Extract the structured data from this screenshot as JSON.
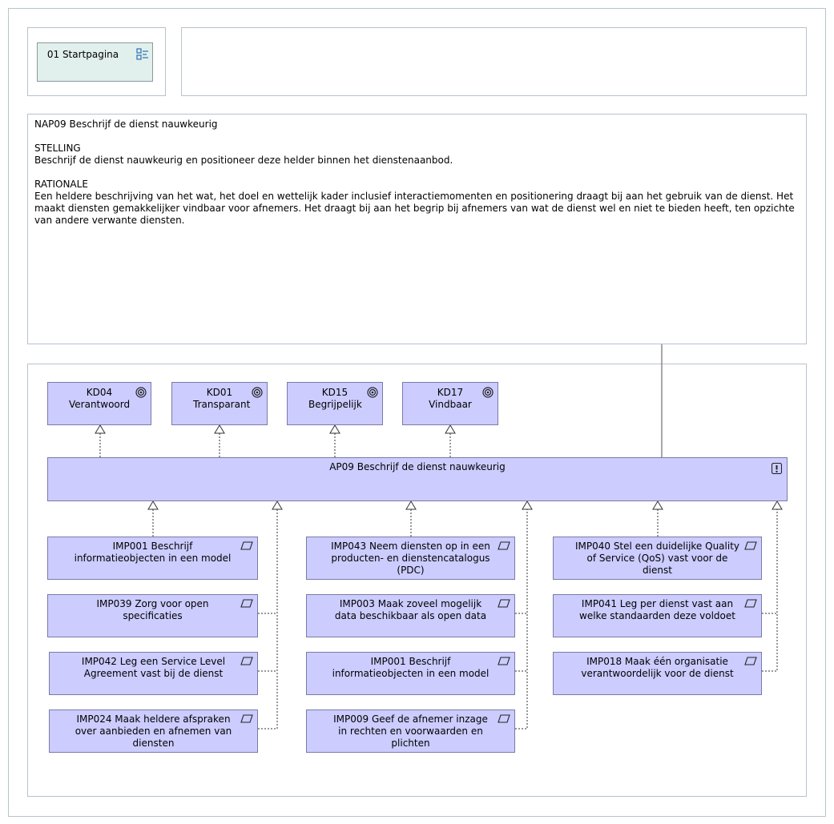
{
  "nav": {
    "label": "01 Startpagina",
    "icon": "view-reference-icon"
  },
  "note": {
    "title": "NAP09 Beschrijf de dienst nauwkeurig",
    "stelling_heading": "STELLING",
    "stelling_text": "Beschrijf de dienst nauwkeurig en positioneer deze helder binnen het dienstenaanbod.",
    "rationale_heading": "RATIONALE",
    "rationale_text": "Een heldere beschrijving van het wat, het doel en wettelijk kader inclusief interactiemomenten en positionering draagt bij aan het gebruik van de dienst. Het maakt diensten gemakkelijker vindbaar voor afnemers. Het draagt bij aan het begrip bij afnemers van wat de dienst wel en niet te bieden heeft, ten opzichte van andere verwante diensten."
  },
  "goals": [
    {
      "code": "KD04",
      "name": "Verantwoord",
      "icon": "goal-target-icon"
    },
    {
      "code": "KD01",
      "name": "Transparant",
      "icon": "goal-target-icon"
    },
    {
      "code": "KD15",
      "name": "Begrijpelijk",
      "icon": "goal-target-icon"
    },
    {
      "code": "KD17",
      "name": "Vindbaar",
      "icon": "goal-target-icon"
    }
  ],
  "principle": {
    "label": "AP09 Beschrijf de dienst nauwkeurig",
    "icon": "principle-exclamation-icon"
  },
  "work_packages": {
    "col1": [
      {
        "label": "IMP001 Beschrijf informatieobjecten in een model"
      },
      {
        "label": "IMP039 Zorg voor open specificaties"
      },
      {
        "label": "IMP042 Leg een Service Level Agreement vast bij de dienst"
      },
      {
        "label": "IMP024 Maak heldere afspraken over aanbieden en afnemen van diensten"
      }
    ],
    "col2": [
      {
        "label": "IMP043 Neem diensten op in een producten- en dienstencatalogus (PDC)"
      },
      {
        "label": "IMP003 Maak zoveel mogelijk data beschikbaar als open data"
      },
      {
        "label": "IMP001 Beschrijf informatieobjecten in een model"
      },
      {
        "label": "IMP009 Geef de afnemer inzage in rechten en voorwaarden en plichten"
      }
    ],
    "col3": [
      {
        "label": "IMP040 Stel een duidelijke Quality of Service (QoS) vast voor de dienst"
      },
      {
        "label": "IMP041 Leg per dienst vast aan welke standaarden deze voldoet"
      },
      {
        "label": "IMP018 Maak één organisatie verantwoordelijk voor de dienst"
      }
    ]
  },
  "colors": {
    "element_fill": "#ccccff",
    "nav_fill": "#e1efed",
    "border": "#b8c2cc"
  }
}
